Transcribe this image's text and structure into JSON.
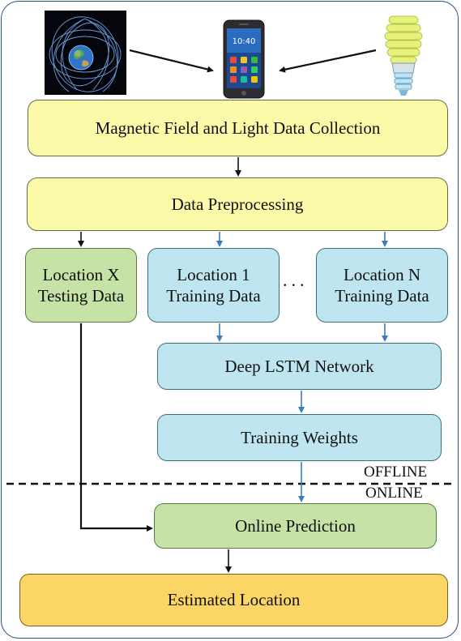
{
  "sources": {
    "earth_icon": "earth-magnetic-field-icon",
    "phone_icon": "smartphone-icon",
    "phone_time": "10:40",
    "bulb_icon": "light-bulb-icon"
  },
  "boxes": {
    "collection": "Magnetic Field and Light Data Collection",
    "preprocessing": "Data Preprocessing",
    "testing_line1": "Location X",
    "testing_line2": "Testing Data",
    "train1_line1": "Location 1",
    "train1_line2": "Training Data",
    "trainN_line1": "Location N",
    "trainN_line2": "Training Data",
    "lstm": "Deep LSTM Network",
    "weights": "Training Weights",
    "prediction": "Online Prediction",
    "estimated": "Estimated Location"
  },
  "ellipsis": "...",
  "modes": {
    "offline": "OFFLINE",
    "online": "ONLINE"
  },
  "colors": {
    "yellow": "#fbfaa8",
    "blue": "#bfe6f0",
    "green": "#c6e2a6",
    "orange": "#fbd565",
    "blue_arrow": "#3a7cc0",
    "black_arrow": "#111111"
  }
}
